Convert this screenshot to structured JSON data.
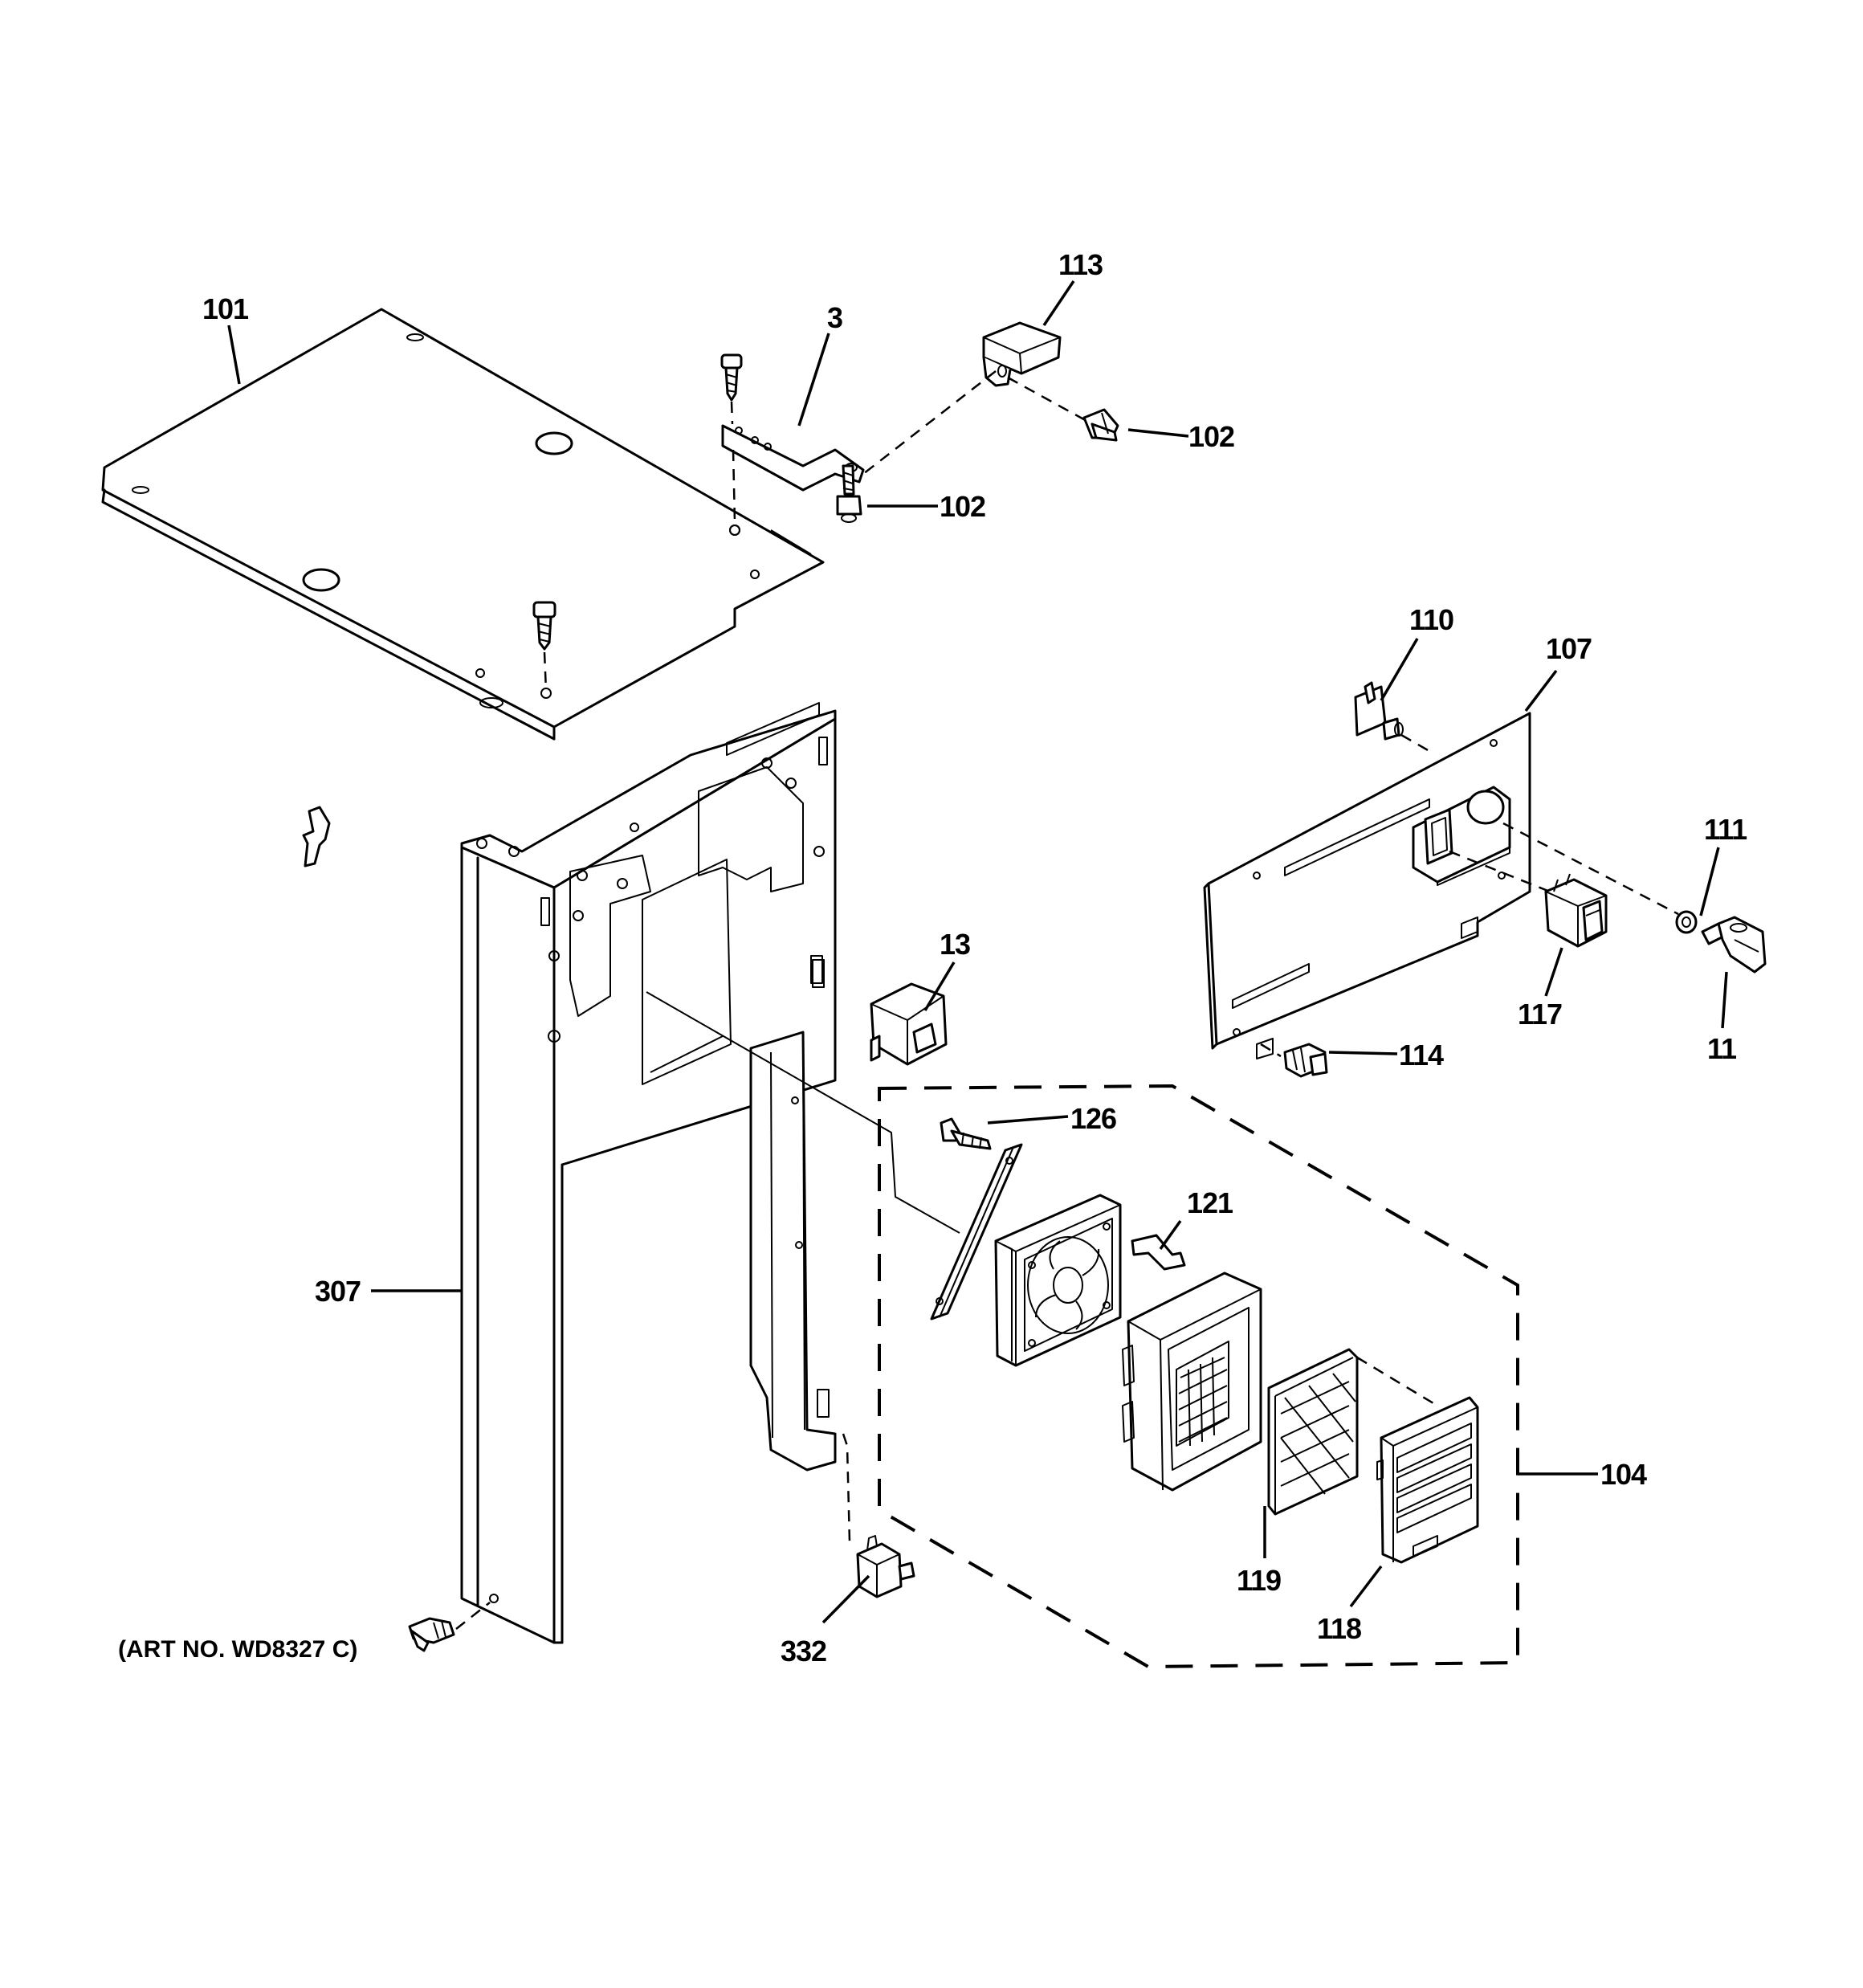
{
  "diagram": {
    "art_number": "(ART NO. WD8327 C)",
    "callouts": {
      "c101": "101",
      "c3": "3",
      "c113": "113",
      "c102a": "102",
      "c102b": "102",
      "c110": "110",
      "c107": "107",
      "c111": "111",
      "c13": "13",
      "c117": "117",
      "c11": "11",
      "c114": "114",
      "c126": "126",
      "c121": "121",
      "c307": "307",
      "c104": "104",
      "c119": "119",
      "c118": "118",
      "c332": "332"
    }
  }
}
